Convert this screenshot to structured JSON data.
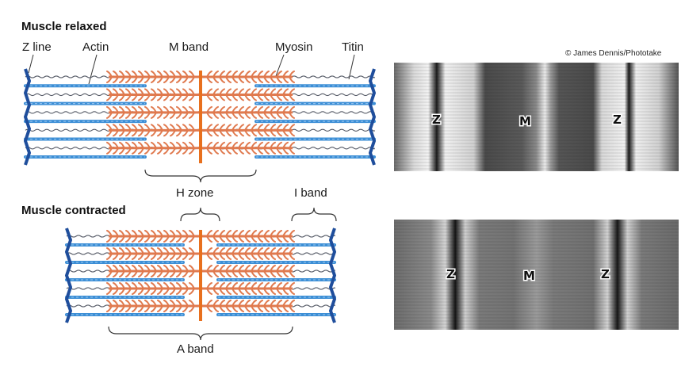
{
  "titles": {
    "relaxed": "Muscle relaxed",
    "contracted": "Muscle contracted"
  },
  "labels": {
    "z_line": "Z line",
    "actin": "Actin",
    "m_band": "M band",
    "myosin": "Myosin",
    "titin": "Titin",
    "h_zone": "H zone",
    "i_band": "I band",
    "a_band": "A band"
  },
  "credit": "© James Dennis/Phototake",
  "micrograph_labels": {
    "relaxed": [
      "Z",
      "M",
      "Z"
    ],
    "contracted": [
      "Z",
      "M",
      "Z"
    ]
  },
  "colors": {
    "z_line": "#1f4e9c",
    "actin": "#3d8fd6",
    "myosin": "#e07a4f",
    "m_band": "#e8701e",
    "titin": "#555a66"
  }
}
